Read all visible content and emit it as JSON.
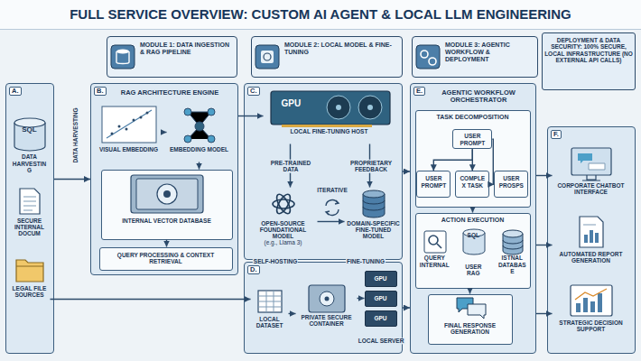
{
  "diagram": {
    "title": "FULL SERVICE OVERVIEW: CUSTOM AI AGENT & LOCAL LLM ENGINEERING",
    "nodes": [
      {
        "text": [
          "MODULE 1: DATA INGESTION & RAG PIPELINE"
        ]
      },
      {
        "text": [
          "MODULE 2: LOCAL MODEL & FINE-TUNING"
        ]
      },
      {
        "text": [
          "MODULE 3: AGENTIC WORKFLOW & DEPLOYMENT"
        ]
      },
      {
        "text": [
          "DEPLOYMENT & DATA SECURITY: 100% SECURE, LOCAL INFRASTRUCTURE (NO EXTERNAL API CALLS)"
        ]
      },
      {
        "text": [
          "A."
        ]
      },
      {
        "text": [
          "SQL",
          "DATA HARVESTING"
        ],
        "in": 4
      },
      {
        "text": [
          "SECURE INTERNAL DOCUM"
        ],
        "in": 4
      },
      {
        "text": [
          "LEGAL FILE SOURCES"
        ],
        "in": 4
      },
      {
        "text": [
          "B.",
          "RAG ARCHITECTURE ENGINE"
        ]
      },
      {
        "text": [
          "VISUAL EMBEDDING"
        ],
        "in": 8
      },
      {
        "text": [
          "EMBEDDING MODEL"
        ],
        "in": 8
      },
      {
        "text": [
          "INTERNAL VECTOR DATABASE"
        ],
        "in": 8
      },
      {
        "text": [
          "QUERY PROCESSING & CONTEXT RETRIEVAL"
        ],
        "in": 8
      },
      {
        "text": [
          "C."
        ]
      },
      {
        "text": [
          "GPU",
          "LOCAL FINE-TUNING HOST"
        ],
        "in": 13
      },
      {
        "text": [
          "OPEN-SOURCE FOUNDATIONAL MODEL",
          "(e.g., Llama 3)"
        ],
        "in": 13
      },
      {
        "text": [
          "DOMAIN-SPECIFIC FINE-TUNED MODEL"
        ],
        "in": 13
      },
      {
        "text": [
          "D."
        ]
      },
      {
        "text": [
          "LOCAL DATASET"
        ],
        "in": 17
      },
      {
        "text": [
          "PRIVATE SECURE CONTAINER"
        ],
        "in": 17
      },
      {
        "text": [
          "GPU"
        ],
        "in": 17
      },
      {
        "text": [
          "GPU"
        ],
        "in": 17
      },
      {
        "text": [
          "GPU"
        ],
        "in": 17
      },
      {
        "text": [
          "E.",
          "AGENTIC WORKFLOW ORCHESTRATOR"
        ]
      },
      {
        "text": [
          "TASK DECOMPOSITION"
        ],
        "in": 23
      },
      {
        "text": [
          "USER PROMPT"
        ],
        "in": 24
      },
      {
        "text": [
          "USER PROMPT"
        ],
        "in": 24
      },
      {
        "text": [
          "COMPLEX TASK"
        ],
        "in": 24
      },
      {
        "text": [
          "USER PROSPS"
        ],
        "in": 24
      },
      {
        "text": [
          "ACTION EXECUTION"
        ],
        "in": 23
      },
      {
        "text": [
          "QUERY INTERNAL"
        ],
        "in": 29
      },
      {
        "text": [
          "SQL",
          "USER RAG"
        ],
        "in": 29
      },
      {
        "text": [
          "ISTNAL DATABASE"
        ],
        "in": 29
      },
      {
        "text": [
          "FINAL RESPONSE GENERATION"
        ],
        "in": 23
      },
      {
        "text": [
          "F."
        ]
      },
      {
        "text": [
          "CORPORATE CHATBOT INTERFACE"
        ],
        "in": 34
      },
      {
        "text": [
          "AUTOMATED REPORT GENERATION"
        ],
        "in": 34
      },
      {
        "text": [
          "STRATEGIC DECISION SUPPORT"
        ],
        "in": 34
      }
    ],
    "edges": [
      {
        "from": 4,
        "to": 8,
        "arrow": "to"
      },
      {
        "from": 7,
        "to": 18,
        "arrow": "to"
      },
      {
        "from": 9,
        "to": 10,
        "arrow": "to"
      },
      {
        "from": 10,
        "to": 11,
        "arrow": "to"
      },
      {
        "from": 11,
        "to": 12,
        "arrow": "to"
      },
      {
        "from": 8,
        "to": 14,
        "arrow": "to"
      },
      {
        "from": 14,
        "to": 15,
        "arrow": "to"
      },
      {
        "from": 14,
        "to": 16,
        "arrow": "to"
      },
      {
        "from": 15,
        "to": 16,
        "arrow": "to"
      },
      {
        "from": 18,
        "to": 19,
        "arrow": "to"
      },
      {
        "from": 19,
        "to": 21,
        "arrow": "to"
      },
      {
        "from": 13,
        "to": 23,
        "arrow": "to"
      },
      {
        "from": 17,
        "to": 23,
        "arrow": "to"
      },
      {
        "from": 25,
        "to": 26,
        "arrow": "to"
      },
      {
        "from": 25,
        "to": 27,
        "arrow": "to"
      },
      {
        "from": 25,
        "to": 28,
        "arrow": "to"
      },
      {
        "from": 24,
        "to": 29,
        "arrow": "to"
      },
      {
        "from": 29,
        "to": 33,
        "arrow": "to"
      },
      {
        "from": 23,
        "to": 35,
        "arrow": "to"
      },
      {
        "from": 23,
        "to": 36,
        "arrow": "to"
      },
      {
        "from": 23,
        "to": 37,
        "arrow": "to"
      }
    ],
    "labels": [
      "DATA HARVESTING",
      "PRE-TRAINED DATA",
      "ITERATIVE",
      "PROPRIETARY FEEDBACK",
      "SELF-HOSTING",
      "FINE-TUNING",
      "LOCAL SERVER"
    ]
  }
}
